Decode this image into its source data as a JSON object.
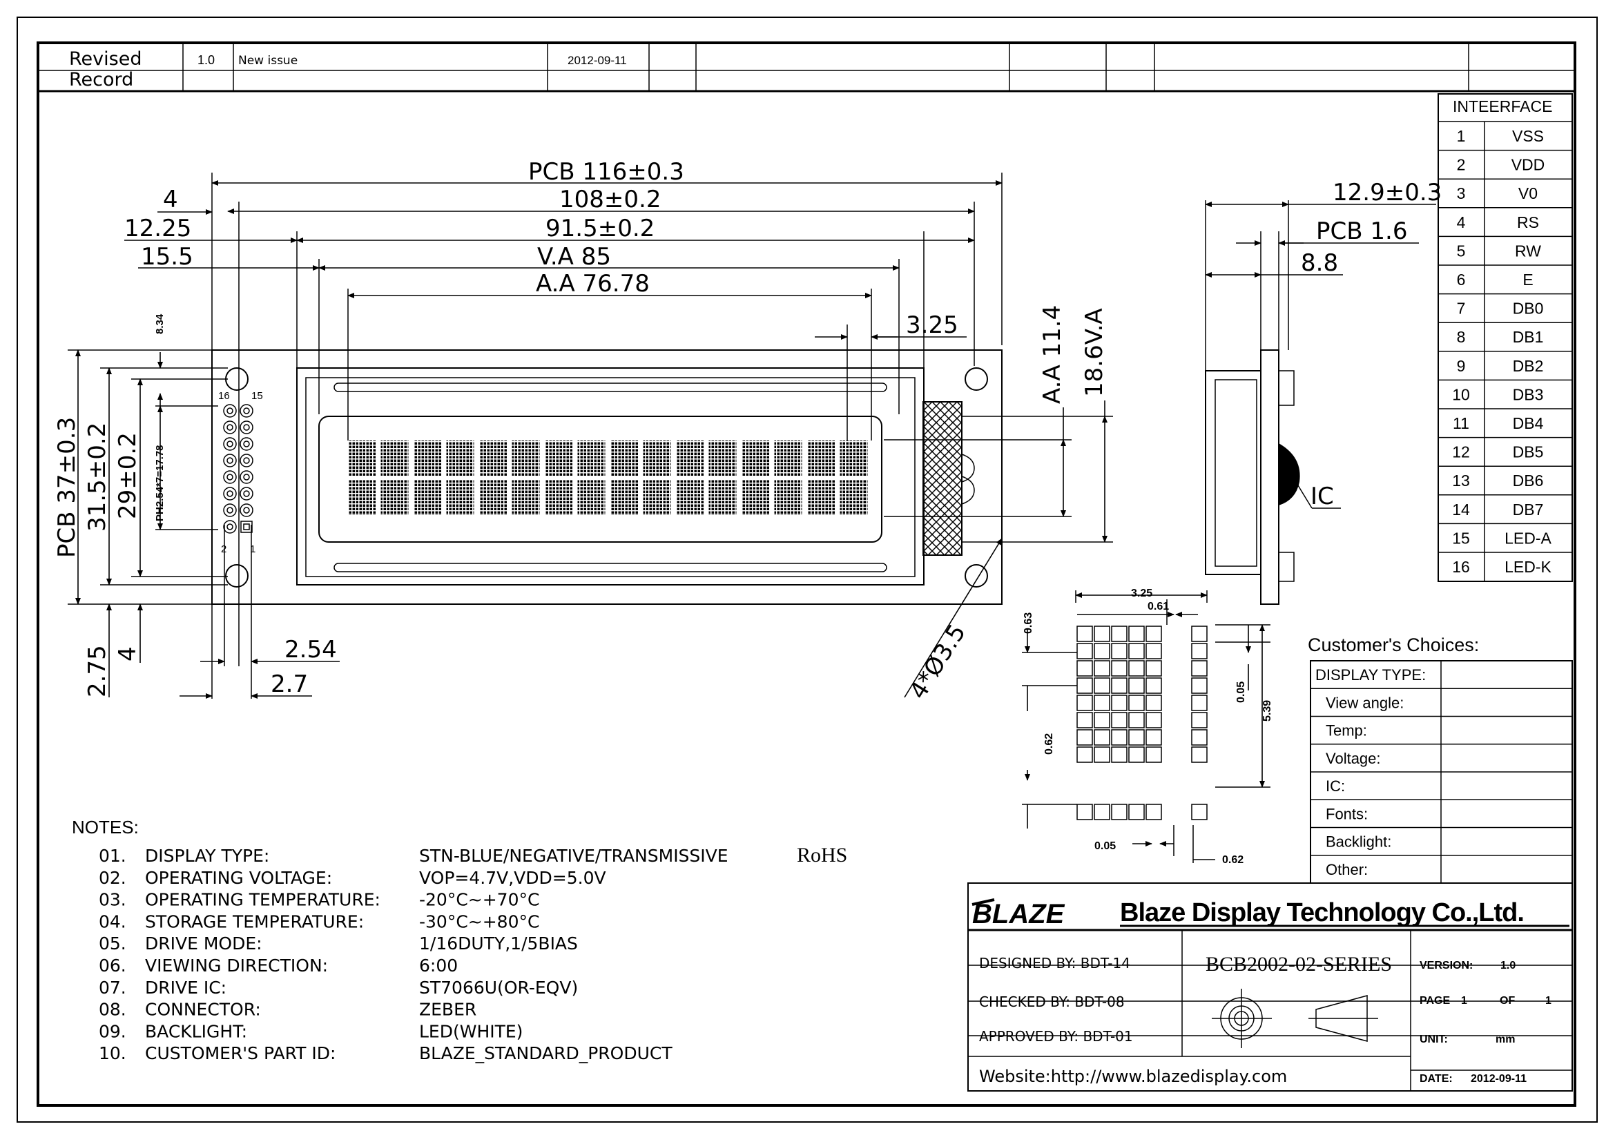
{
  "revision": {
    "header": "Revised Record",
    "version": "1.0",
    "description": "New issue",
    "date": "2012-09-11"
  },
  "front_view": {
    "dims": {
      "pcb_width": "PCB 116±0.3",
      "width_108": "108±0.2",
      "width_915": "91.5±0.2",
      "va_width": "V.A 85",
      "aa_width": "A.A 76.78",
      "hole_offset": "4",
      "offset_1225": "12.25",
      "offset_155": "15.5",
      "offset_325": "3.25",
      "pcb_height": "PCB 37±0.3",
      "height_315": "31.5±0.2",
      "height_29": "29±0.2",
      "bottom_275": "2.75",
      "bottom_4": "4",
      "pitch_254": "2.54",
      "pitch_27": "2.7",
      "hole_dia": "4*Ø3.5",
      "aa_height": "A.A 11.4",
      "va_height": "18.6V.A",
      "top_834": "8.34",
      "pin_pitch": "PH2.54*7=17.78"
    },
    "pins": {
      "p16": "16",
      "p15": "15",
      "p2": "2",
      "p1": "1"
    }
  },
  "side_view": {
    "total": "12.9±0.3",
    "pcb": "PCB 1.6",
    "thickness": "8.8",
    "ic_label": "IC"
  },
  "char_detail": {
    "w325": "3.25",
    "w061": "0.61",
    "h063": "0.63",
    "h005": "0.05",
    "h539": "5.39",
    "h062": "0.62",
    "b005": "0.05",
    "b062": "0.62"
  },
  "interface": {
    "title": "INTEERFACE",
    "rows": [
      {
        "no": "1",
        "sig": "VSS"
      },
      {
        "no": "2",
        "sig": "VDD"
      },
      {
        "no": "3",
        "sig": "V0"
      },
      {
        "no": "4",
        "sig": "RS"
      },
      {
        "no": "5",
        "sig": "RW"
      },
      {
        "no": "6",
        "sig": "E"
      },
      {
        "no": "7",
        "sig": "DB0"
      },
      {
        "no": "8",
        "sig": "DB1"
      },
      {
        "no": "9",
        "sig": "DB2"
      },
      {
        "no": "10",
        "sig": "DB3"
      },
      {
        "no": "11",
        "sig": "DB4"
      },
      {
        "no": "12",
        "sig": "DB5"
      },
      {
        "no": "13",
        "sig": "DB6"
      },
      {
        "no": "14",
        "sig": "DB7"
      },
      {
        "no": "15",
        "sig": "LED-A"
      },
      {
        "no": "16",
        "sig": "LED-K"
      }
    ]
  },
  "customer": {
    "title": "Customer's Choices:",
    "rows": [
      "DISPLAY TYPE:",
      "View angle:",
      "Temp:",
      "Voltage:",
      "IC:",
      "Fonts:",
      "Backlight:",
      "Other:"
    ]
  },
  "notes": {
    "title": "NOTES:",
    "items": [
      {
        "no": "01.",
        "label": "DISPLAY TYPE:",
        "value": "STN-BLUE/NEGATIVE/TRANSMISSIVE",
        "extra": "RoHS"
      },
      {
        "no": "02.",
        "label": "OPERATING VOLTAGE:",
        "value": "VOP=4.7V,VDD=5.0V"
      },
      {
        "no": "03.",
        "label": "OPERATING TEMPERATURE:",
        "value": "-20°C~+70°C"
      },
      {
        "no": "04.",
        "label": "STORAGE TEMPERATURE:",
        "value": "-30°C~+80°C"
      },
      {
        "no": "05.",
        "label": "DRIVE MODE:",
        "value": "1/16DUTY,1/5BIAS"
      },
      {
        "no": "06.",
        "label": "VIEWING DIRECTION:",
        "value": "6:00"
      },
      {
        "no": "07.",
        "label": "DRIVE IC:",
        "value": "ST7066U(OR-EQV)"
      },
      {
        "no": "08.",
        "label": "CONNECTOR:",
        "value": "ZEBER"
      },
      {
        "no": "09.",
        "label": "BACKLIGHT:",
        "value": "LED(WHITE)"
      },
      {
        "no": "10.",
        "label": "CUSTOMER'S PART ID:",
        "value": "BLAZE_STANDARD_PRODUCT"
      }
    ]
  },
  "title_block": {
    "logo": "BLAZE",
    "company": "Blaze Display Technology Co.,Ltd.",
    "designed": "DESIGNED BY: BDT-14",
    "checked": "CHECKED BY: BDT-08",
    "approved": "APPROVED BY: BDT-01",
    "part": "BCB2002-02-SERIES",
    "version_label": "VERSION:",
    "version": "1.0",
    "page_label": "PAGE",
    "page": "1",
    "of_label": "OF",
    "of": "1",
    "unit_label": "UNIT:",
    "unit": "mm",
    "date_label": "DATE:",
    "date": "2012-09-11",
    "website": "Website:http://www.blazedisplay.com"
  }
}
